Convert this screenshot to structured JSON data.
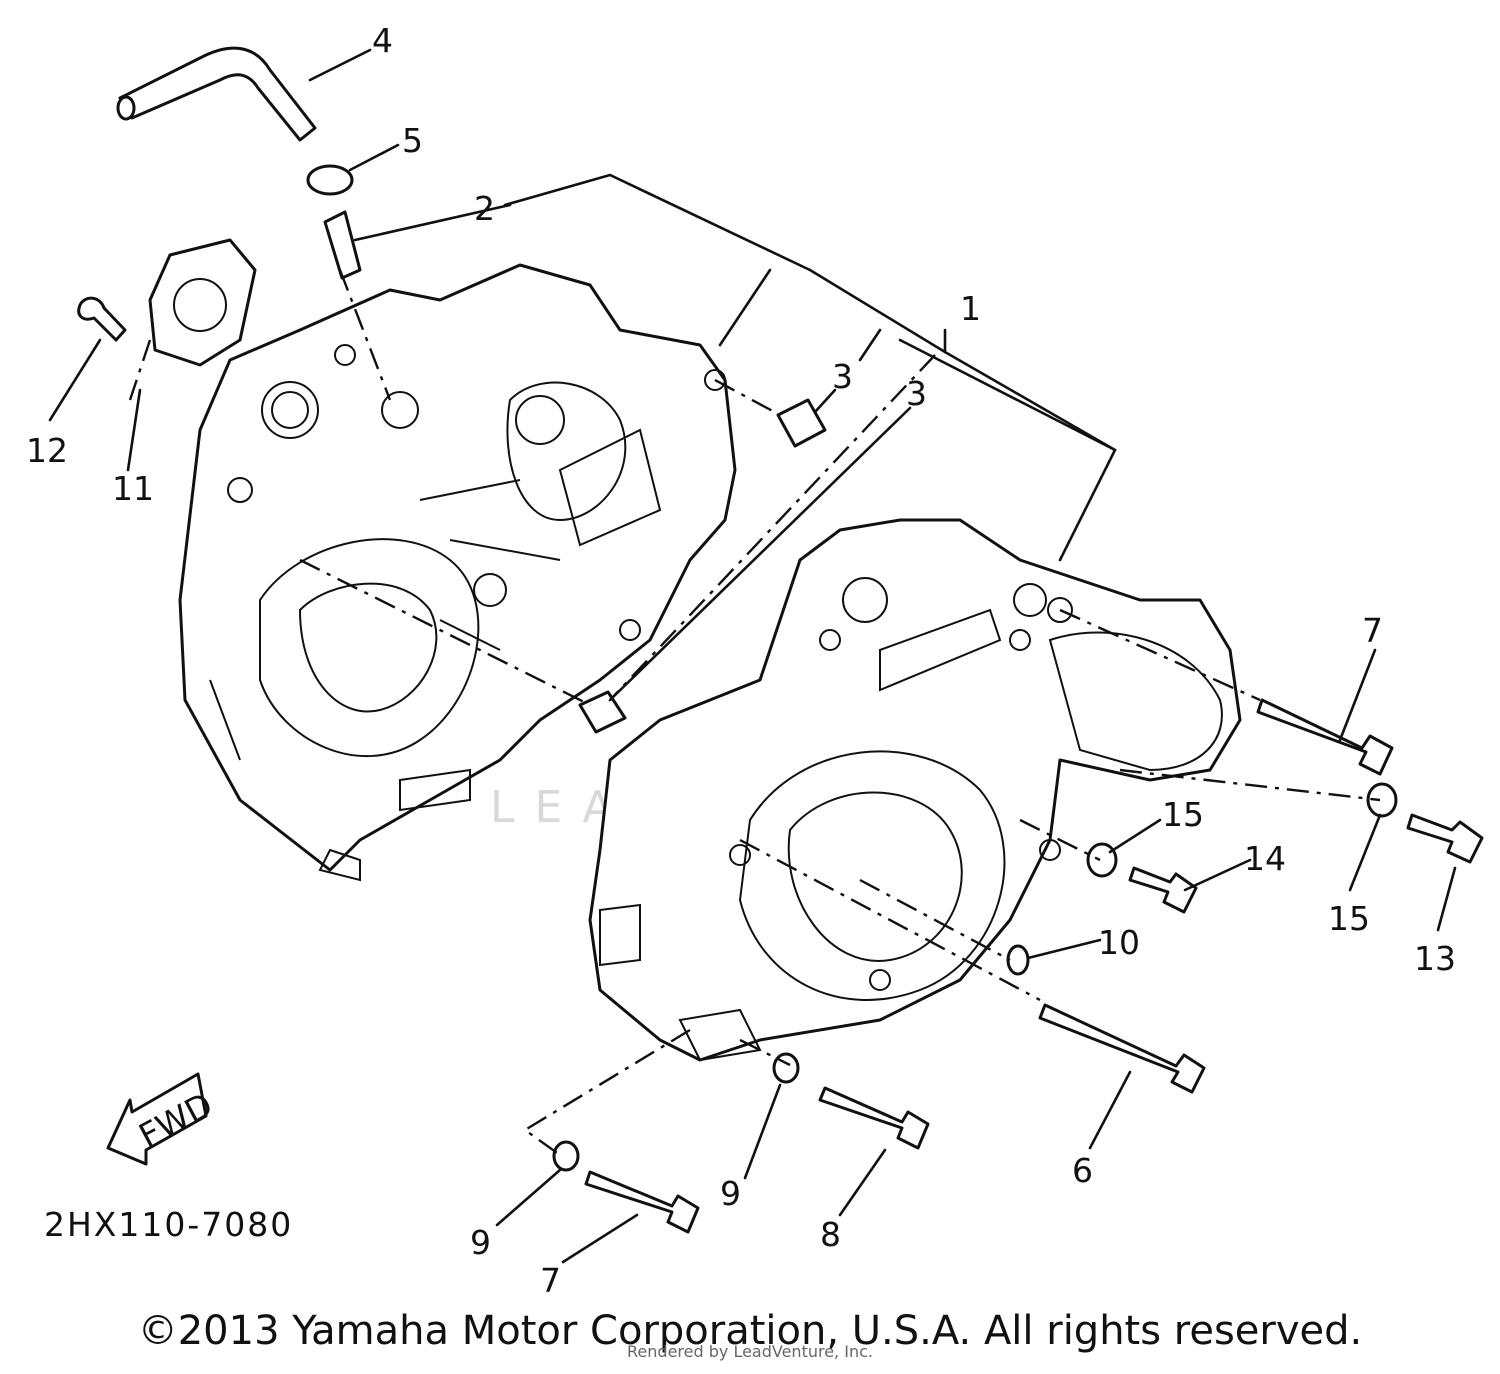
{
  "diagram": {
    "callouts": [
      "1",
      "2",
      "3",
      "3",
      "4",
      "5",
      "6",
      "7",
      "7",
      "8",
      "9",
      "9",
      "10",
      "11",
      "12",
      "13",
      "14",
      "15",
      "15"
    ],
    "fwd_label": "FWD",
    "part_code": "2HX110-7080",
    "watermark": "LEADVENTURE"
  },
  "footer": {
    "copyright": "©2013 Yamaha Motor Corporation, U.S.A. All rights reserved.",
    "rendered_by": "Rendered by LeadVenture, Inc."
  }
}
